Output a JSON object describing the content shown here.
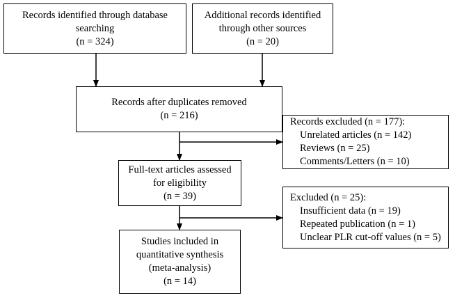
{
  "boxes": {
    "identified_db": {
      "lines": [
        "Records identified through database",
        "searching",
        "(n = 324)"
      ]
    },
    "identified_other": {
      "lines": [
        "Additional records identified",
        "through other sources",
        "(n = 20)"
      ]
    },
    "after_duplicates": {
      "lines": [
        "Records after duplicates removed",
        "(n = 216)"
      ]
    },
    "excluded_records": {
      "header": "Records excluded (n = 177):",
      "items": [
        "Unrelated articles (n = 142)",
        "Reviews (n = 25)",
        "Comments/Letters (n = 10)"
      ]
    },
    "full_text": {
      "lines": [
        "Full-text articles assessed",
        "for eligibility",
        "(n = 39)"
      ]
    },
    "excluded_fulltext": {
      "header": "Excluded (n = 25):",
      "items": [
        "Insufficient data (n = 19)",
        "Repeated publication (n = 1)",
        "Unclear PLR cut-off values (n = 5)"
      ]
    },
    "included": {
      "lines": [
        "Studies included in",
        "quantitative synthesis",
        "(meta-analysis)",
        "(n = 14)"
      ]
    }
  }
}
